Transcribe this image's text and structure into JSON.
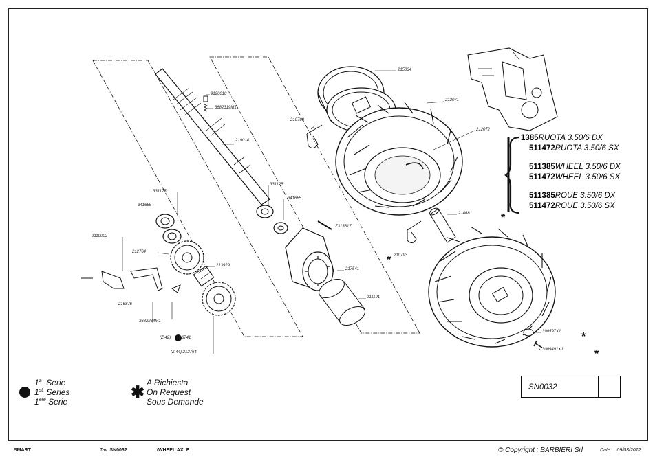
{
  "parts": [
    "215034",
    "212071",
    "212072",
    "210793",
    "9120010",
    "3682319M1",
    "219014",
    "331125",
    "341685",
    "331125",
    "341685",
    "Z313317",
    "9110002",
    "212764",
    "213929",
    "217541",
    "211191",
    "216876",
    "3682234M1",
    "(Z:42)",
    "6741",
    "(Z:44) 212764",
    "214681",
    "210793",
    "390597X1",
    "3009491X1"
  ],
  "sizes": [
    {
      "code": "1385",
      "desc": "RUOTA 3.50/6 DX"
    },
    {
      "code": "511472",
      "desc": "RUOTA 3.50/6 SX"
    },
    {
      "code": "511385",
      "desc": "WHEEL 3.50/6 DX"
    },
    {
      "code": "511472",
      "desc": "WHEEL 3.50/6 SX"
    },
    {
      "code": "511385",
      "desc": "ROUE 3.50/6 DX"
    },
    {
      "code": "511472",
      "desc": "ROUE 3.50/6 SX"
    }
  ],
  "legend": {
    "series_1": "Serie",
    "series_2": "Series",
    "series_3": "Serie",
    "req_1": "A Richiesta",
    "req_2": "On Request",
    "req_3": "Sous Demande"
  },
  "code_box": "SN0032",
  "footer": {
    "model": "SMART",
    "tav_label": "Tav.",
    "tav_value": "SN0032",
    "section": "WHEEL AXLE",
    "copyright": "Copyright : BARBIERI Srl",
    "date_label": "Date:",
    "date_value": "09/03/2012"
  }
}
